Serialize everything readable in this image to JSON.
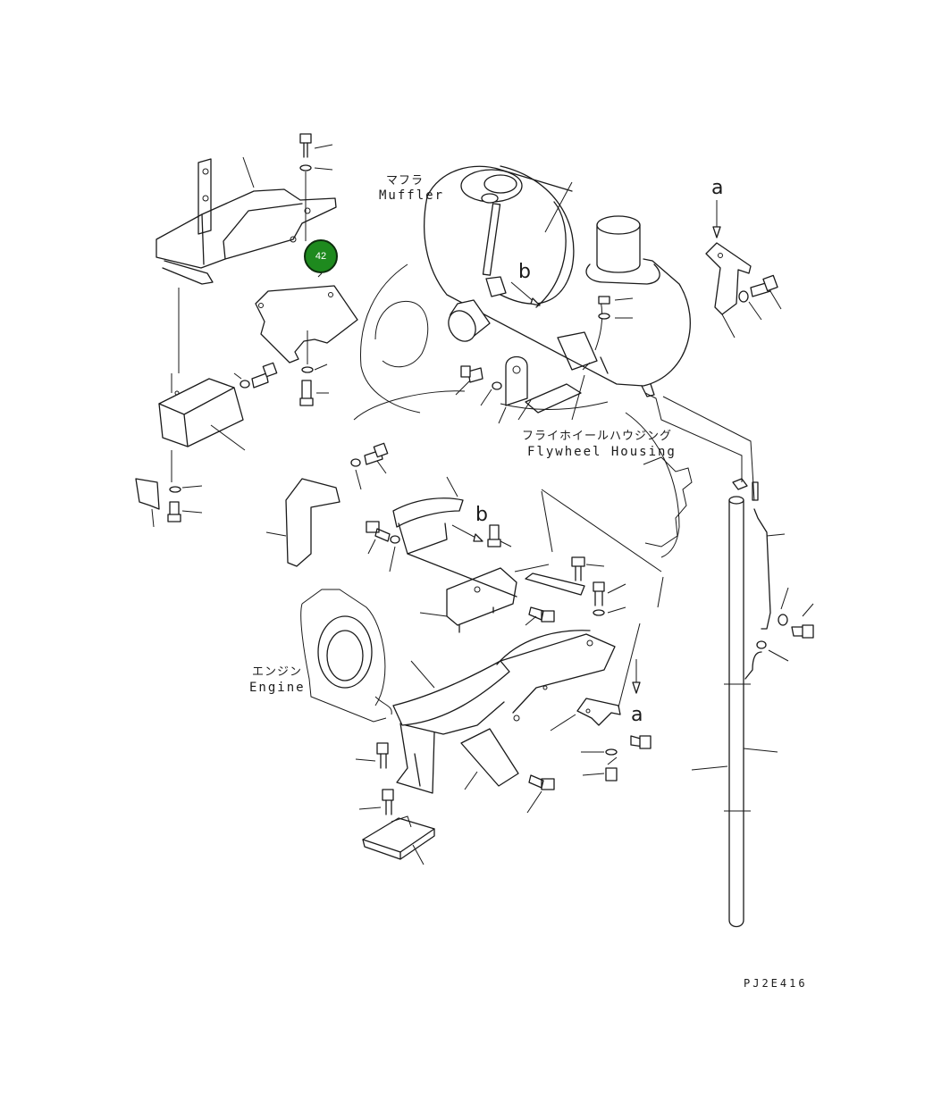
{
  "labels": {
    "muffler_jp": "マフラ",
    "muffler_en": "Muffler",
    "flywheel_jp": "フライホイールハウジング",
    "flywheel_en": "Flywheel Housing",
    "engine_jp": "エンジン",
    "engine_en": "Engine"
  },
  "view_markers": {
    "a_top": "a",
    "a_bottom": "a",
    "b_top": "b",
    "b_middle": "b"
  },
  "callout": {
    "number": "42",
    "color": "#1e8a1e"
  },
  "drawing_code": "PJ2E416"
}
